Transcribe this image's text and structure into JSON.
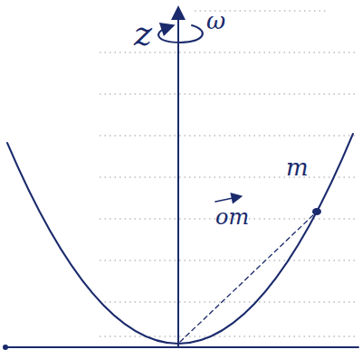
{
  "diagram": {
    "labels": [
      "z",
      "ω",
      "m",
      "om"
    ]
  }
}
